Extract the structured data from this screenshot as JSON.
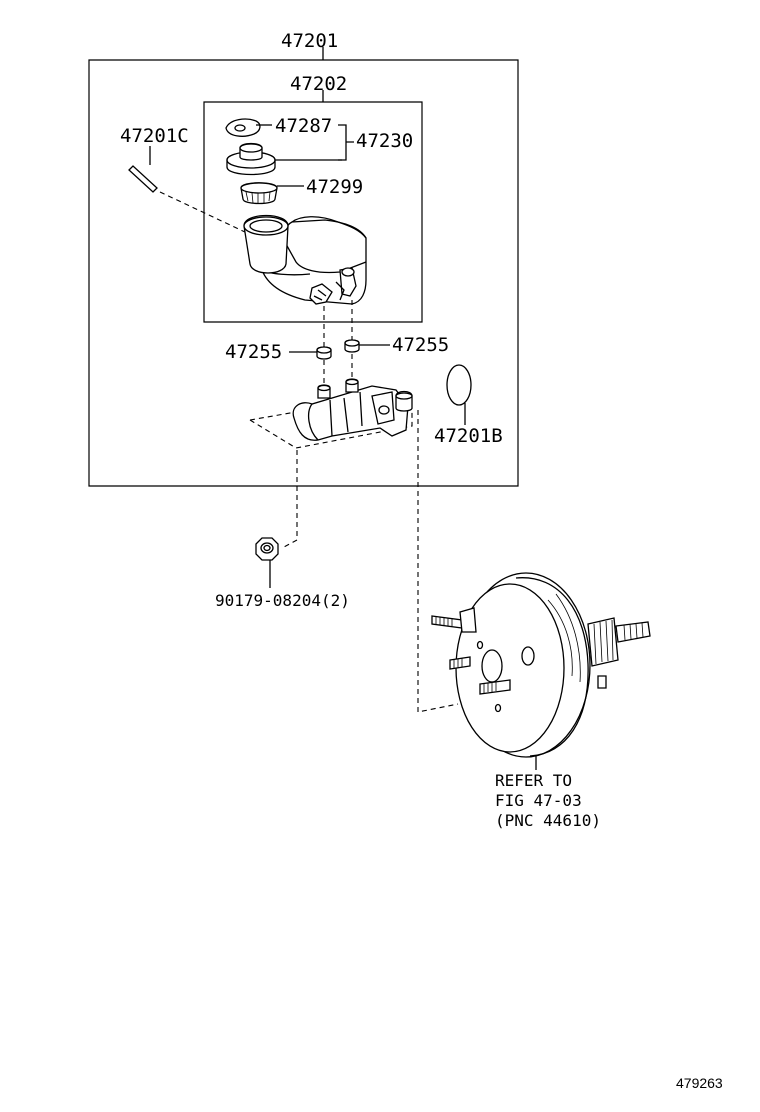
{
  "labels": {
    "assembly": "47201",
    "reservoir_assembly": "47202",
    "cap_gasket": "47287",
    "cap_set": "47230",
    "strainer": "47299",
    "pin": "47201C",
    "grommet_left": "47255",
    "grommet_right": "47255",
    "gasket_ring": "47201B",
    "nut": "90179-08204(2)"
  },
  "reference": {
    "line1": "REFER TO",
    "line2": "FIG 47-03",
    "line3": "(PNC 44610)"
  },
  "illustration_id": "479263"
}
